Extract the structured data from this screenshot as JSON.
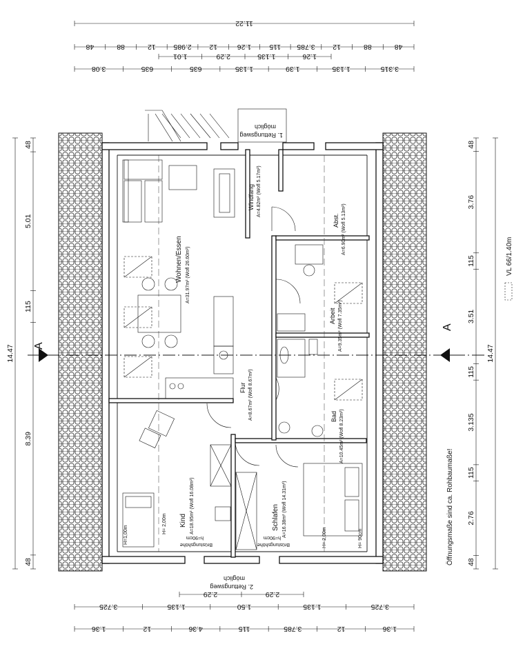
{
  "dimensions": {
    "top_overall": "11.22",
    "top_row1": [
      "48",
      "88",
      "12",
      "3.785",
      "115",
      "1.26",
      "12",
      "2.985",
      "12",
      "88",
      "48"
    ],
    "top_row2": [
      "1.26",
      "1.135",
      "2.29",
      "1.01"
    ],
    "top_row3": [
      "3.315",
      "1.135",
      "1.39",
      "1.135",
      "635",
      "635",
      "3.08"
    ],
    "left_overall": "14.47",
    "left_segments": [
      "48",
      "8.39",
      "115",
      "5.01",
      "48"
    ],
    "right_overall": "14.47",
    "right_segments": [
      "48",
      "2.76",
      "115",
      "3.135",
      "115",
      "3.51",
      "115",
      "3.76",
      "48"
    ],
    "bottom_row1": [
      "2.29",
      "2.29"
    ],
    "bottom_row2": [
      "3.725",
      "1.135",
      "1.50",
      "1.135",
      "3.725"
    ],
    "bottom_row3": [
      "1.36",
      "12",
      "3.785",
      "115",
      "4.36",
      "12",
      "1.36"
    ]
  },
  "rooms": {
    "wohnen": {
      "name": "Wohnen/Essen",
      "area": "A=31.97m² (Wofl 26.60m²)"
    },
    "windfang": {
      "name": "Windfang",
      "area": "A=4.82m² (Wofl 5.17m²)"
    },
    "abst": {
      "name": "Abst.",
      "area": "A=6.90m² (Wofl 5.13m²)"
    },
    "arbeit": {
      "name": "Arbeit",
      "area": "A=9.35m² (Wofl 7.35m²)"
    },
    "flur": {
      "name": "Flur",
      "area": "A=8.67m² (Wofl 8.67m²)"
    },
    "bad": {
      "name": "Bad",
      "area": "A=10.45m² (Wofl 8.23m²)"
    },
    "kind": {
      "name": "Kind",
      "area": "A=18.95m² (Wofl 16.08m²)"
    },
    "schlafen": {
      "name": "Schlafen",
      "area": "A=16.38m² (Wofl 14.31m²)"
    }
  },
  "heights": {
    "h200a": "H= 2,00m",
    "h100": "H=1,00m",
    "h200b": "H= 2,00m",
    "h90": "H= 90cm"
  },
  "exits": {
    "exit1_line1": "1. Rettungsweg",
    "exit1_line2": "möglich",
    "exit2_line1": "2. Rettungsweg",
    "exit2_line2": "möglich",
    "egress_kind_1": "Brüstungshöhe",
    "egress_kind_2": "h=90cm",
    "egress_schlafen_1": "Brüstungshöhe",
    "egress_schlafen_2": "h=90cm"
  },
  "section": {
    "left": "A",
    "right": "A"
  },
  "notes": {
    "opening": "Öffnungsmaße sind ca. Rohbaumaße!",
    "velux": "VL 66/1.40m"
  }
}
